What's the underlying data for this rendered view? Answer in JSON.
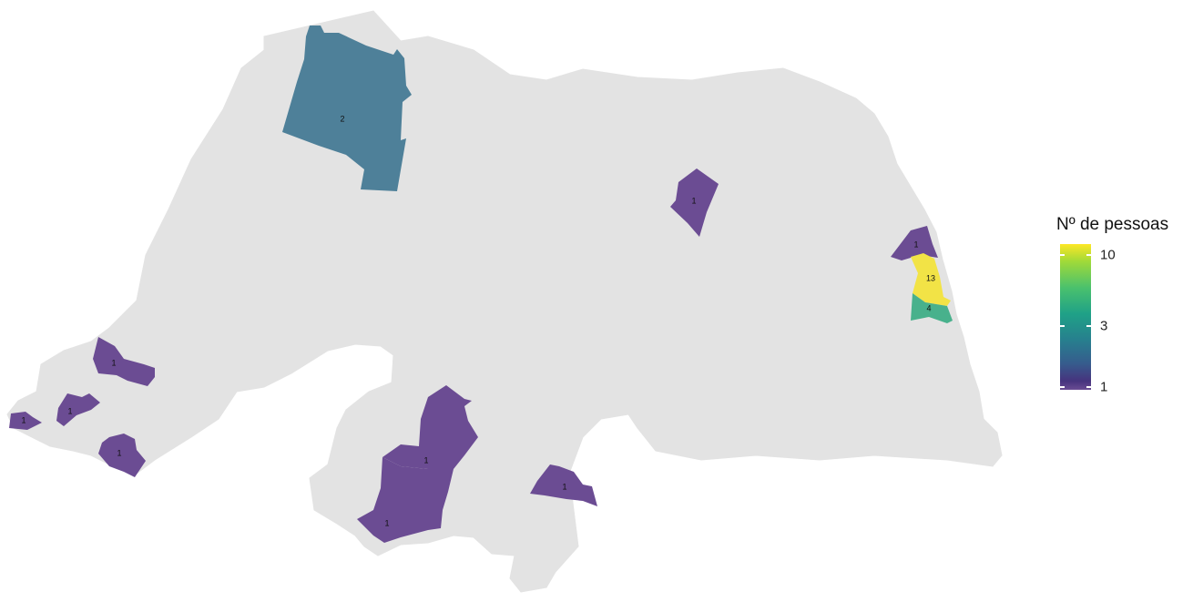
{
  "legend": {
    "title": "Nº de pessoas",
    "ticks": [
      {
        "label": "10",
        "value": 10
      },
      {
        "label": "3",
        "value": 3
      },
      {
        "label": "1",
        "value": 1
      }
    ],
    "colors": [
      "#fde725",
      "#4ac16d",
      "#1fa187",
      "#277f8e",
      "#46337e"
    ]
  },
  "map": {
    "base_color": "#e3e3e3",
    "municipalities": [
      {
        "id": "north-west",
        "value": 2,
        "label": "2",
        "color": "#4e8099"
      },
      {
        "id": "central-north",
        "value": 1,
        "label": "1",
        "color": "#6b4c93"
      },
      {
        "id": "east-coast-north",
        "value": 1,
        "label": "1",
        "color": "#6b4c93"
      },
      {
        "id": "east-coast-capital",
        "value": 13,
        "label": "13",
        "color": "#f2e346"
      },
      {
        "id": "east-coast-south",
        "value": 4,
        "label": "4",
        "color": "#48b18c"
      },
      {
        "id": "west-a",
        "value": 1,
        "label": "1",
        "color": "#6b4c93"
      },
      {
        "id": "west-b",
        "value": 1,
        "label": "1",
        "color": "#6b4c93"
      },
      {
        "id": "west-c",
        "value": 1,
        "label": "1",
        "color": "#6b4c93"
      },
      {
        "id": "west-d",
        "value": 1,
        "label": "1",
        "color": "#6b4c93"
      },
      {
        "id": "south-central-upper",
        "value": 1,
        "label": "1",
        "color": "#6b4c93"
      },
      {
        "id": "south-central-lower",
        "value": 1,
        "label": "1",
        "color": "#6b4c93"
      },
      {
        "id": "south-east",
        "value": 1,
        "label": "1",
        "color": "#6b4c93"
      }
    ]
  }
}
